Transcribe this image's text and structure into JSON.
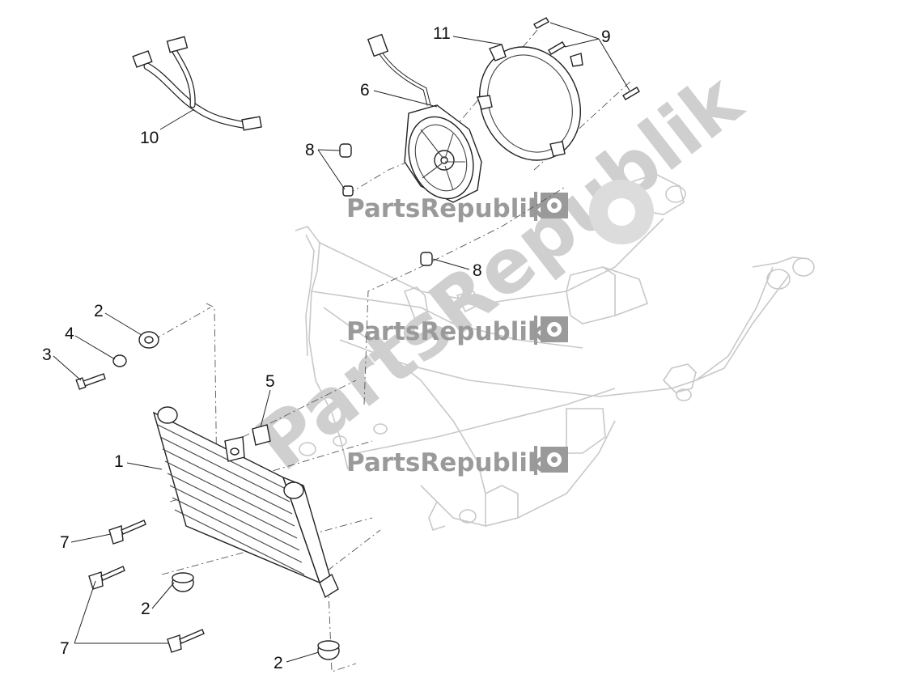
{
  "watermark": {
    "brand": "PartsRepublik",
    "diagonal": "PartsRepublik",
    "gear_icon": "gear-flag-icon"
  },
  "callouts": {
    "p1": "1",
    "p2a": "2",
    "p2b": "2",
    "p2c": "2",
    "p3": "3",
    "p4": "4",
    "p5": "5",
    "p6": "6",
    "p7a": "7",
    "p7b": "7",
    "p8a": "8",
    "p8b": "8",
    "p9": "9",
    "p10": "10",
    "p11": "11"
  },
  "colors": {
    "line": "#222222",
    "frame": "#c8c8c8",
    "watermark": "#9a9a9a"
  }
}
